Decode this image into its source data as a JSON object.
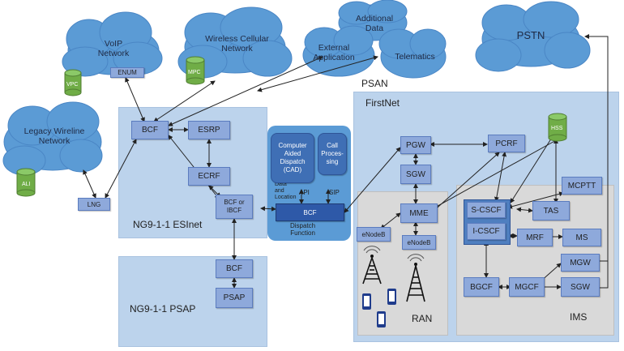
{
  "clouds": {
    "voip": "VoIP\nNetwork",
    "wireless": "Wireless Cellular\nNetwork",
    "additional": "Additional\nData",
    "external": "External\nApplication",
    "telematics": "Telematics",
    "legacy": "Legacy Wireline\nNetwork",
    "pstn": "PSTN"
  },
  "labels": {
    "psan": "PSAN",
    "firstnet": "FirstNet",
    "esinet": "NG9-1-1 ESInet",
    "psap": "NG9-1-1 PSAP",
    "ran": "RAN",
    "ims": "IMS",
    "dispatch_function": "Dispatch\nFunction",
    "data_location": "Data\nand\nLocation",
    "api": "API",
    "sip": "SIP"
  },
  "dbs": {
    "vpc": "VPC",
    "mpc": "MPC",
    "ali": "ALI",
    "hss": "HSS"
  },
  "nodes": {
    "enum": "ENUM",
    "bcf": "BCF",
    "esrp": "ESRP",
    "ecrf": "ECRF",
    "bcf_ibcf": "BCF or\nIBCF",
    "lng": "LNG",
    "psap_bcf": "BCF",
    "psap_psap": "PSAP",
    "cad": "Computer\nAided\nDispatch\n(CAD)",
    "call_processing": "Call\nProces-\nsing",
    "dispatch_bcf": "BCF",
    "pgw": "PGW",
    "pcrf": "PCRF",
    "sgw": "SGW",
    "mme": "MME",
    "enodeb1": "eNodeB",
    "enodeb2": "eNodeB",
    "mcptt": "MCPTT",
    "scscf": "S-CSCF",
    "icscf": "I-CSCF",
    "tas": "TAS",
    "mrf": "MRF",
    "ms": "MS",
    "mgw": "MGW",
    "bgcf": "BGCF",
    "mgcf": "MGCF",
    "ims_sgw": "SGW"
  },
  "colors": {
    "cloud": "#5b9bd5",
    "region": "#bcd3ec",
    "node": "#8ea9db",
    "db": "#70ad47",
    "dispatch": "#5b9bd5"
  }
}
